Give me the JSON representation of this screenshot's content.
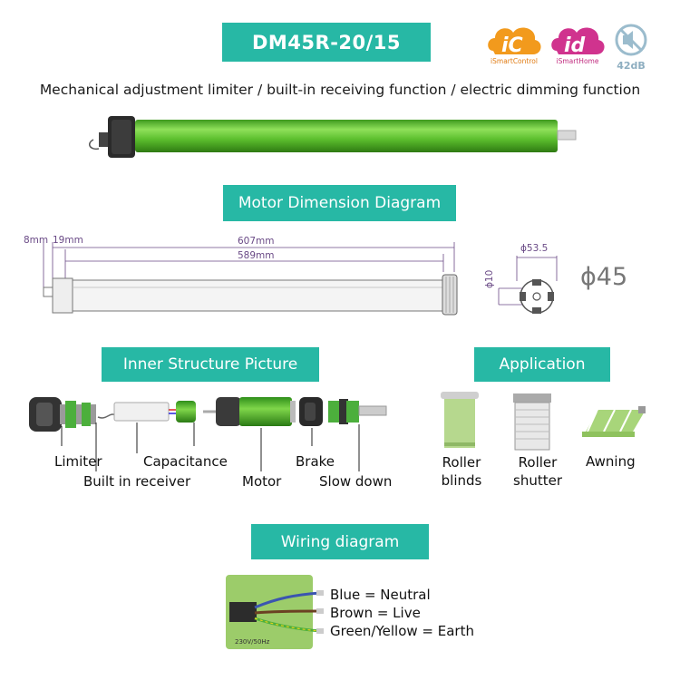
{
  "header": {
    "title": "DM45R-20/15",
    "subtitle": "Mechanical adjustment limiter / built-in receiving function / electric dimming function"
  },
  "badges": {
    "ic": {
      "letters": "iC",
      "name": "iSmartControl",
      "color": "#f29a1d"
    },
    "id": {
      "letters": "id",
      "name": "iSmartHome",
      "color": "#d0338e"
    },
    "noise": {
      "value": "42dB",
      "color": "#9bbccd"
    }
  },
  "dimension_section": {
    "title": "Motor Dimension Diagram",
    "dims": {
      "d8": "8mm",
      "d19": "19mm",
      "d607": "607mm",
      "d589": "589mm",
      "d53": "ϕ53.5",
      "d10": "ϕ10",
      "d45": "ϕ45"
    }
  },
  "inner_section": {
    "title": "Inner Structure Picture",
    "parts": {
      "limiter": "Limiter",
      "receiver": "Built in receiver",
      "capacitance": "Capacitance",
      "motor": "Motor",
      "brake": "Brake",
      "slowdown": "Slow down"
    }
  },
  "application_section": {
    "title": "Application",
    "items": {
      "roller_blinds": "Roller\nblinds",
      "roller_shutter": "Roller\nshutter",
      "awning": "Awning"
    }
  },
  "wiring_section": {
    "title": "Wiring diagram",
    "plug_label": "230V/50Hz",
    "wires": {
      "blue": "Blue = Neutral",
      "brown": "Brown = Live",
      "earth": "Green/Yellow = Earth"
    }
  }
}
